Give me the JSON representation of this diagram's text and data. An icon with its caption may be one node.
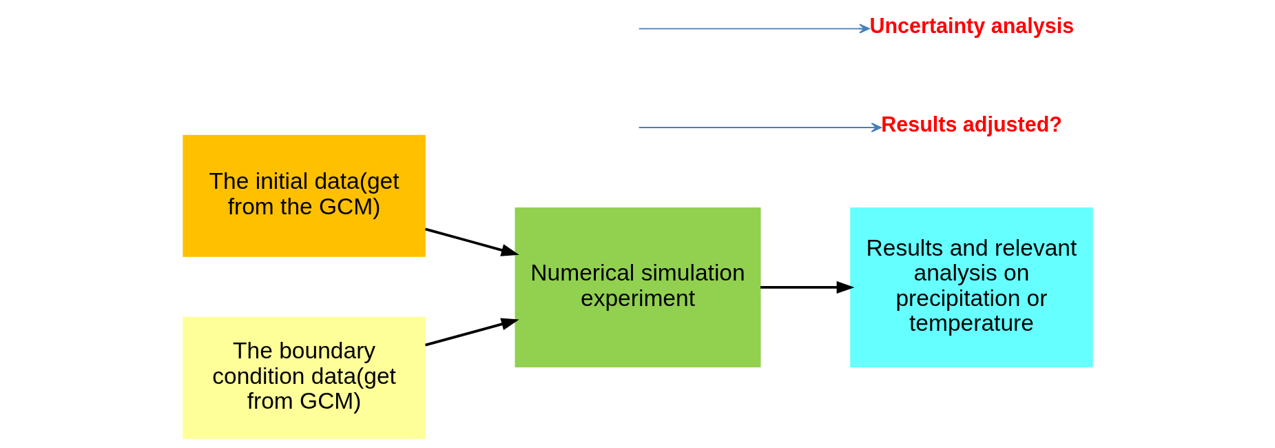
{
  "diagram": {
    "nodes": [
      {
        "text": [
          "The initial data(get from the GCM)"
        ]
      },
      {
        "text": [
          "The boundary condition data(get from GCM)"
        ]
      },
      {
        "text": [
          "Numerical simulation experiment"
        ]
      },
      {
        "text": [
          "Results and relevant analysis on precipitation or temperature"
        ]
      },
      {
        "text": [
          "Results adjusted?"
        ]
      },
      {
        "text": [
          "Uncertainty analysis"
        ]
      }
    ],
    "edges": [
      {
        "from": 0,
        "to": 2,
        "arrow": "to"
      },
      {
        "from": 1,
        "to": 2,
        "arrow": "to"
      },
      {
        "from": 2,
        "to": 3,
        "arrow": "to"
      },
      {
        "from": null,
        "to": 4,
        "arrow": "to",
        "color": "#4a7ebb"
      },
      {
        "from": null,
        "to": 5,
        "arrow": "to",
        "color": "#4a7ebb"
      }
    ]
  }
}
